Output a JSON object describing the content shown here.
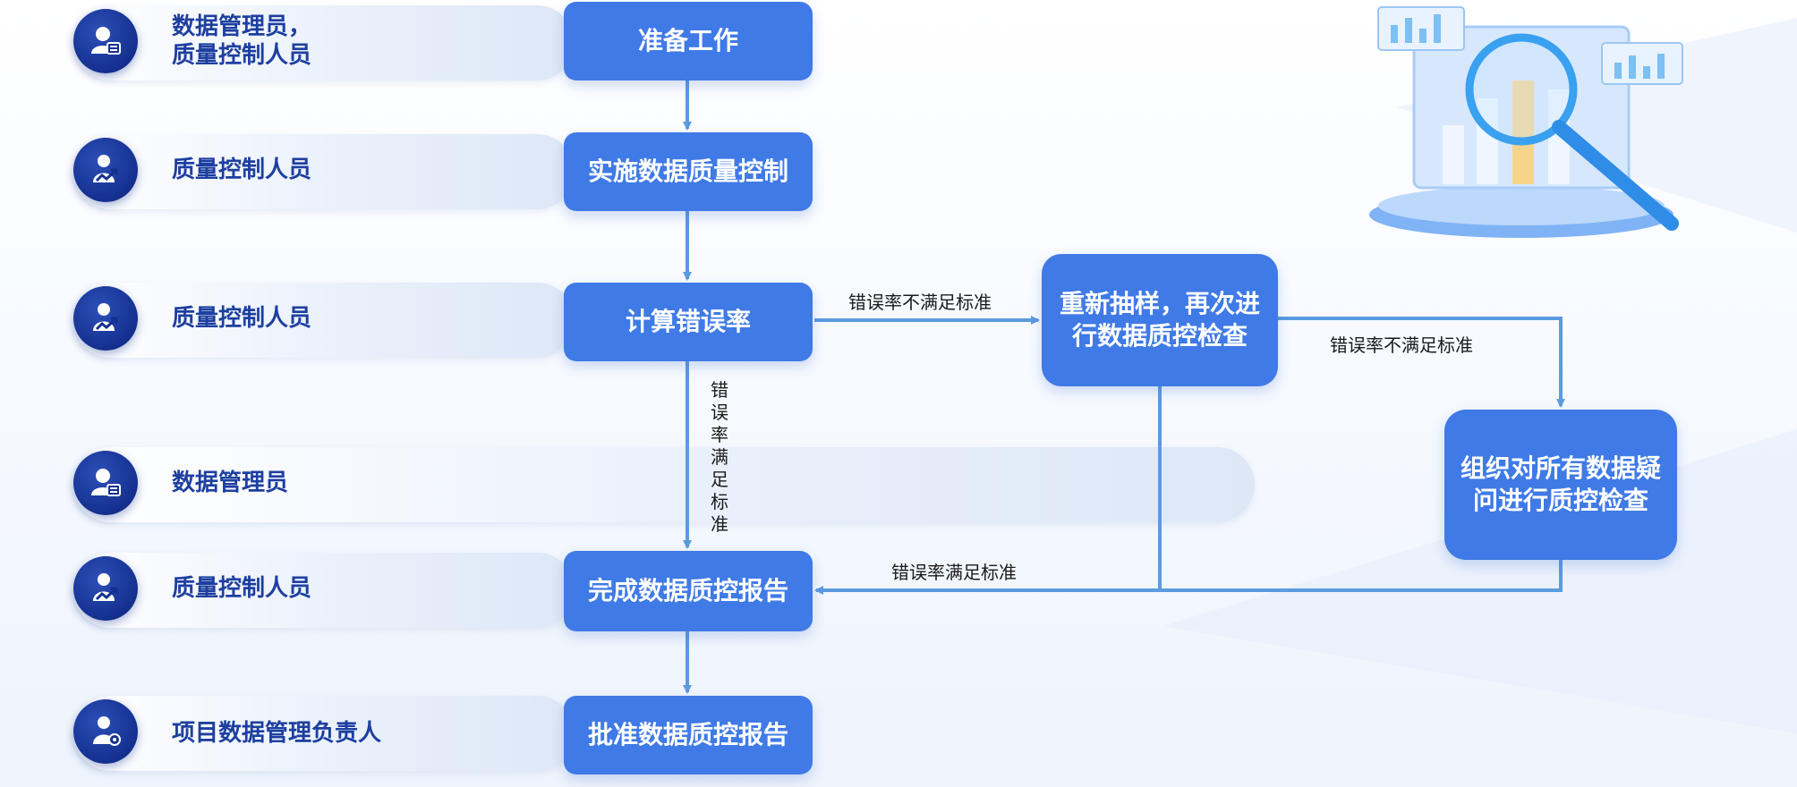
{
  "roles": [
    {
      "label": "数据管理员，\n质量控制人员",
      "icon": "admin-user-icon"
    },
    {
      "label": "质量控制人员",
      "icon": "qc-user-icon"
    },
    {
      "label": "质量控制人员",
      "icon": "qc-user-icon"
    },
    {
      "label": "数据管理员",
      "icon": "admin-user-icon"
    },
    {
      "label": "质量控制人员",
      "icon": "qc-user-icon"
    },
    {
      "label": "项目数据管理负责人",
      "icon": "manager-user-icon"
    }
  ],
  "steps": {
    "prepare": "准备工作",
    "implement": "实施数据质量控制",
    "calculate": "计算错误率",
    "resample": "重新抽样，再次进\n行数据质控检查",
    "organize": "组织对所有数据疑\n问进行质控检查",
    "complete": "完成数据质控报告",
    "approve": "批准数据质控报告"
  },
  "edge_labels": {
    "calc_to_resample": "错误率不满足标准",
    "resample_to_organize": "错误率不满足标准",
    "calc_to_complete": "错误率满足标准",
    "to_complete": "错误率满足标准"
  },
  "colors": {
    "step_fill": "#3f7ae6",
    "connector": "#5b9be0",
    "role_text": "#1d3fa0",
    "role_icon": "#14308f"
  }
}
